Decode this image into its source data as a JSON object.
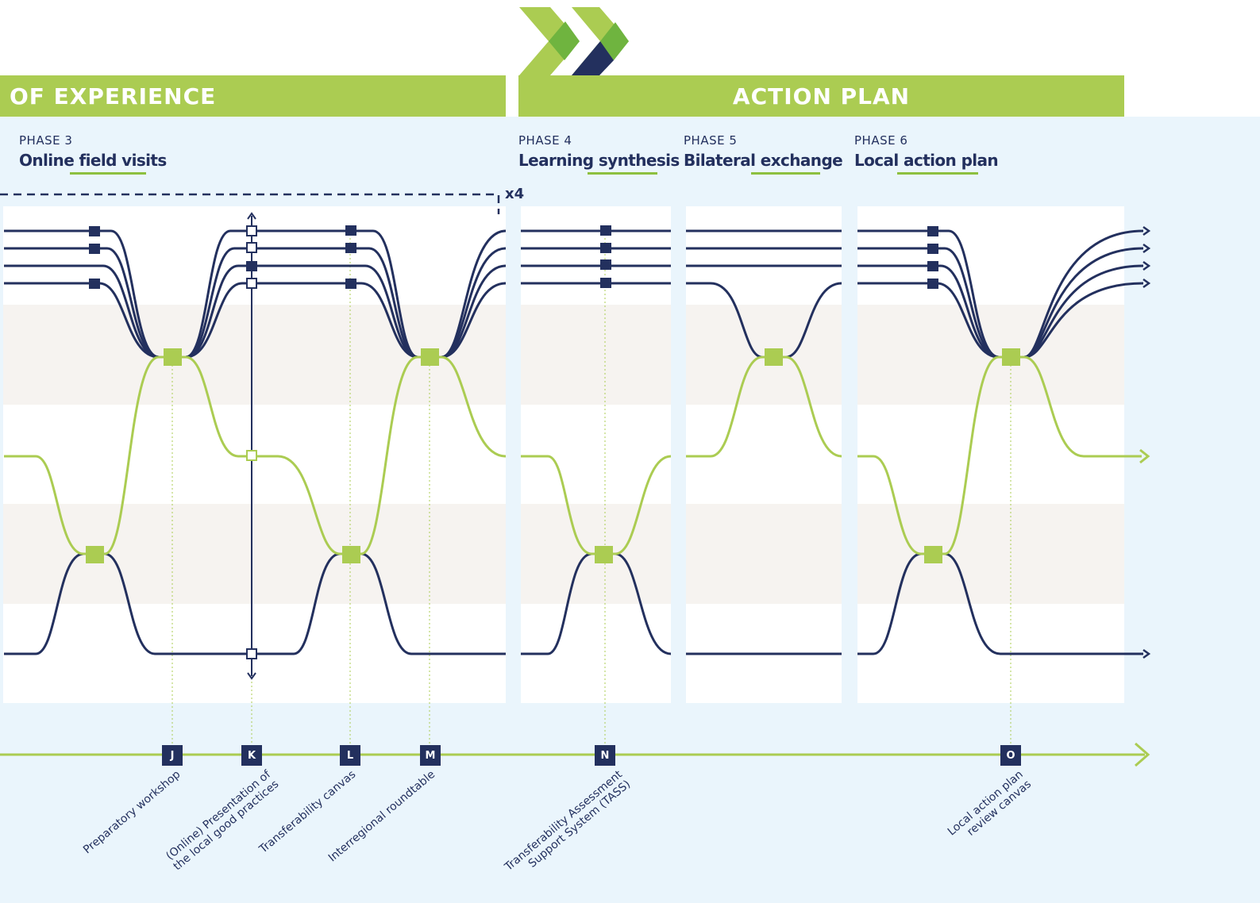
{
  "header": {
    "left_banner": "OF EXPERIENCE",
    "right_banner": "ACTION PLAN"
  },
  "phases": [
    {
      "number": "PHASE 3",
      "title": "Online field visits"
    },
    {
      "number": "PHASE 4",
      "title": "Learning synthesis"
    },
    {
      "number": "PHASE 5",
      "title": "Bilateral exchange"
    },
    {
      "number": "PHASE 6",
      "title": "Local action plan"
    }
  ],
  "repeat_label": "x4",
  "timeline": {
    "markers": [
      {
        "id": "J",
        "label": "Preparatory workshop"
      },
      {
        "id": "K",
        "label": "(Online) Presentation of\nthe local good practices"
      },
      {
        "id": "L",
        "label": "Transferability canvas"
      },
      {
        "id": "M",
        "label": "Interregional roundtable"
      },
      {
        "id": "N",
        "label": "Transferability Assessment\nSupport System (TASS)"
      },
      {
        "id": "O",
        "label": "Local action plan\nreview canvas"
      }
    ]
  },
  "colors": {
    "navy": "#23305e",
    "green": "#abcc52",
    "light_blue_bg": "#eaf5fc",
    "beige_band": "#f6f3f0"
  },
  "icons": [
    "double-chevron-icon",
    "arrow-right-icon"
  ]
}
